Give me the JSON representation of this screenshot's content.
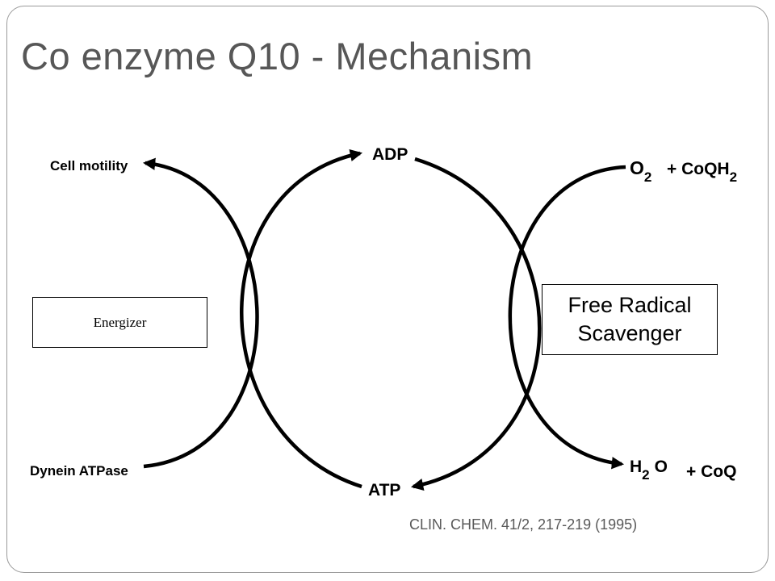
{
  "title": "Co enzyme Q10 - Mechanism",
  "diagram": {
    "labels": {
      "cell_motility": "Cell motility",
      "dynein_atpase": "Dynein ATPase",
      "adp": "ADP",
      "atp": "ATP",
      "o2": "O",
      "o2_sub": "2",
      "coqh2": "+ CoQH",
      "coqh2_sub": "2",
      "h2o_h": "H",
      "h2o_sub": "2",
      "h2o_o": "O",
      "coq": "+ CoQ"
    },
    "energizer_label": "Energizer",
    "scavenger_label_line1": "Free Radical",
    "scavenger_label_line2": "Scavenger"
  },
  "citation": "CLIN. CHEM. 41/2, 217-219 (1995)"
}
